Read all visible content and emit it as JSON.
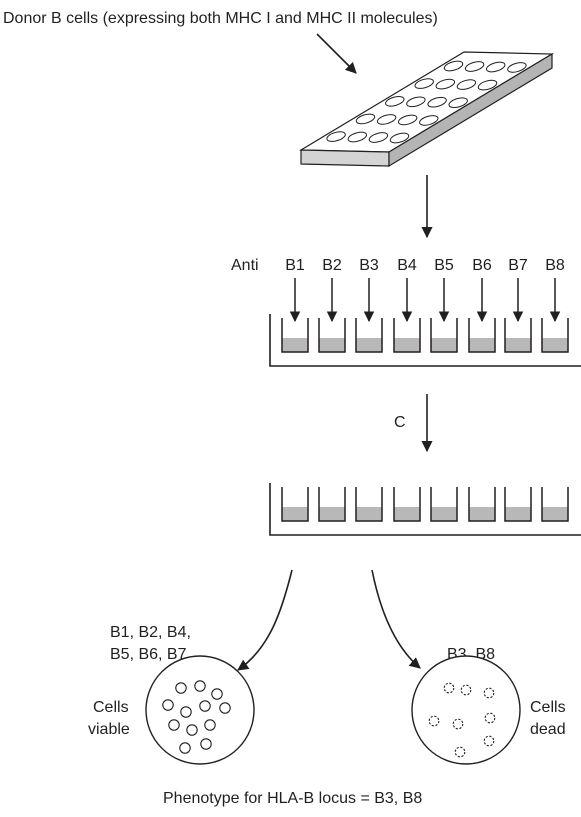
{
  "header": {
    "title": "Donor B cells (expressing both MHC I and MHC II molecules)"
  },
  "antisera": {
    "prefix": "Anti",
    "labels": [
      "B1",
      "B2",
      "B3",
      "B4",
      "B5",
      "B6",
      "B7",
      "B8"
    ]
  },
  "complement": {
    "label": "C"
  },
  "left_result": {
    "group_line1": "B1, B2, B4,",
    "group_line2": "B5, B6, B7",
    "status_line1": "Cells",
    "status_line2": "viable"
  },
  "right_result": {
    "group_line1": "B3, B8",
    "status_line1": "Cells",
    "status_line2": "dead"
  },
  "footer": {
    "phenotype": "Phenotype for HLA-B locus = B3, B8"
  },
  "colors": {
    "ink": "#231f20",
    "medium": "#b8b8b8",
    "plate_top": "#ffffff",
    "plate_front": "#d4d4d4",
    "plate_side": "#b4b4b4"
  }
}
